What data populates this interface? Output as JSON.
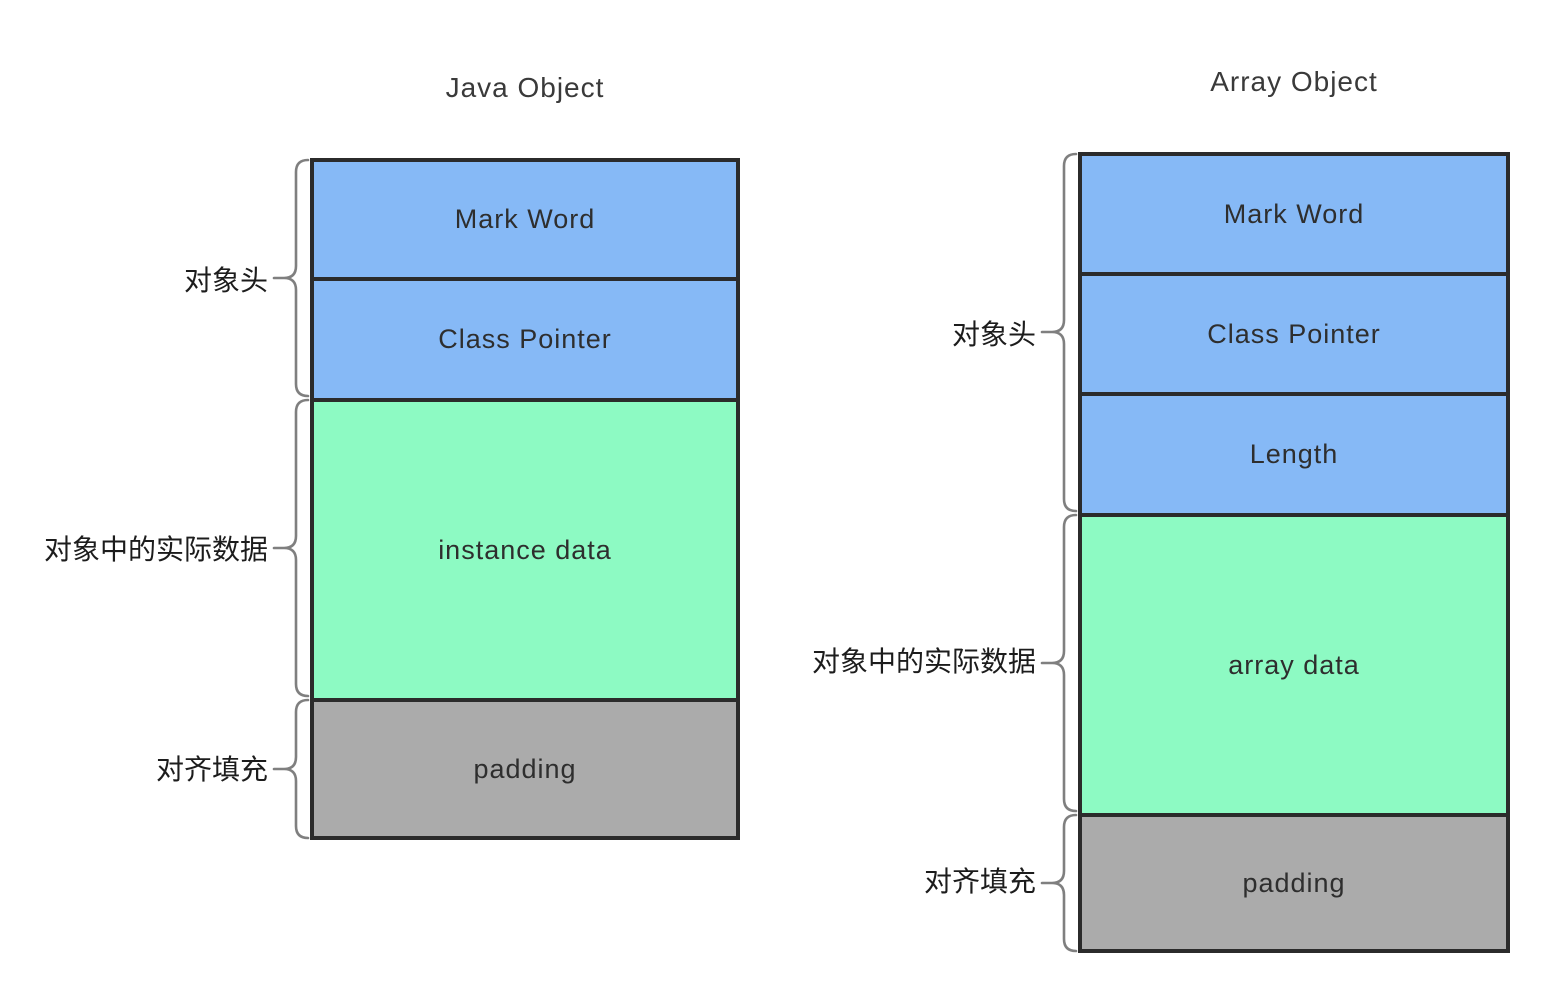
{
  "colors": {
    "header": "#86b9f6",
    "data": "#8dfac3",
    "padding": "#ababab",
    "border": "#2b2b2b",
    "brace": "#7f7f7f"
  },
  "diagrams": [
    {
      "title": "Java Object",
      "sections": [
        {
          "label": "Mark Word"
        },
        {
          "label": "Class Pointer"
        },
        {
          "label": "instance data"
        },
        {
          "label": "padding"
        }
      ],
      "annotations": [
        {
          "label": "对象头"
        },
        {
          "label": "对象中的实际数据"
        },
        {
          "label": "对齐填充"
        }
      ]
    },
    {
      "title": "Array Object",
      "sections": [
        {
          "label": "Mark Word"
        },
        {
          "label": "Class Pointer"
        },
        {
          "label": "Length"
        },
        {
          "label": "array data"
        },
        {
          "label": "padding"
        }
      ],
      "annotations": [
        {
          "label": "对象头"
        },
        {
          "label": "对象中的实际数据"
        },
        {
          "label": "对齐填充"
        }
      ]
    }
  ]
}
